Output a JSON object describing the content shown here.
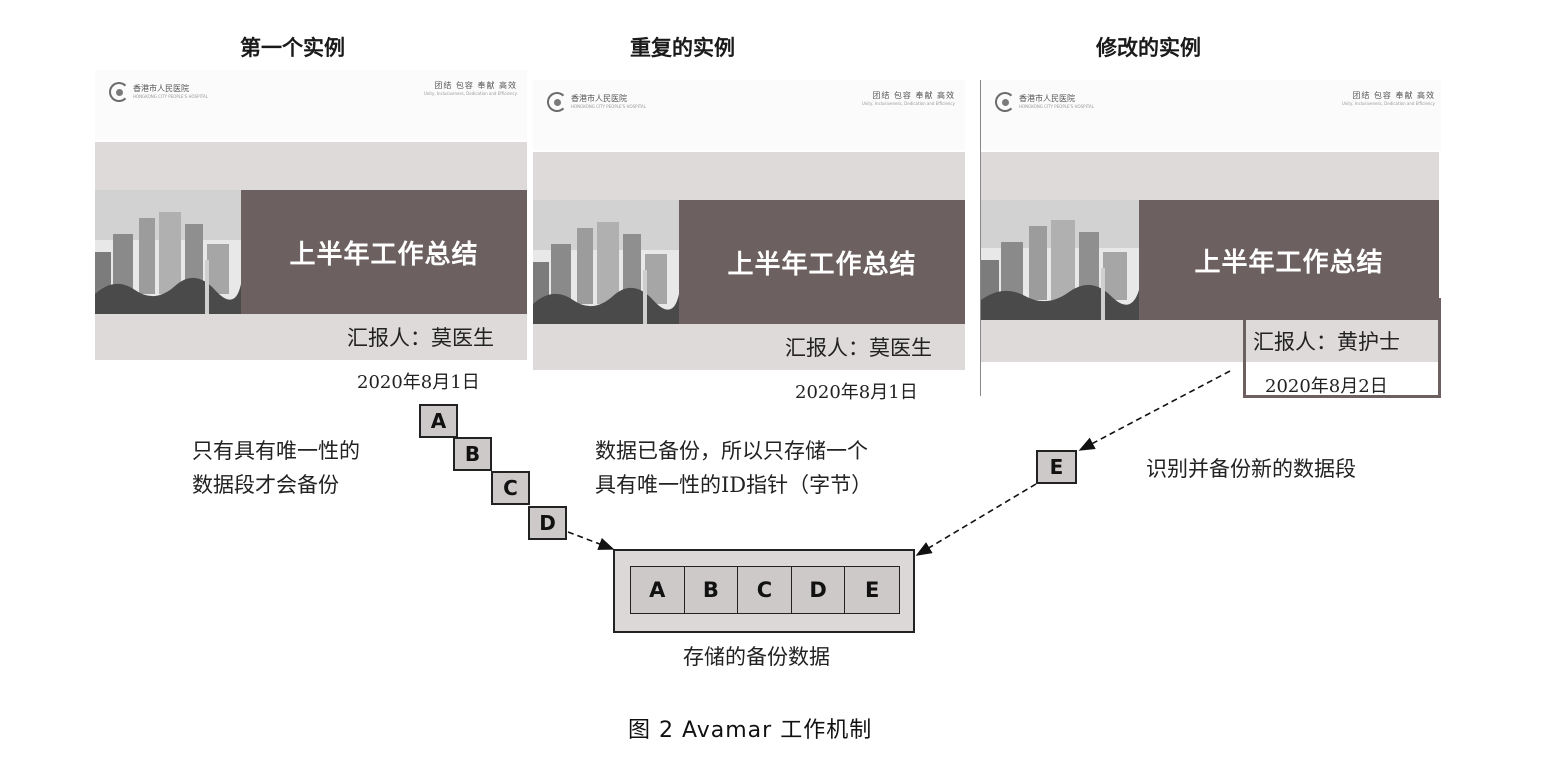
{
  "headings": [
    "第一个实例",
    "重复的实例",
    "修改的实例"
  ],
  "slides": [
    {
      "logo_cn": "香港市人民医院",
      "logo_en": "HONGKONG CITY PEOPLE'S HOSPITAL",
      "motto_cn": "团结  包容  奉献  高效",
      "motto_en": "Unity, Inclusiveness, Dedication and Efficiency",
      "title": "上半年工作总结",
      "reporter": "汇报人：莫医生",
      "date": "2020年8月1日"
    },
    {
      "logo_cn": "香港市人民医院",
      "logo_en": "HONGKONG CITY PEOPLE'S HOSPITAL",
      "motto_cn": "团结  包容  奉献  高效",
      "motto_en": "Unity, Inclusiveness, Dedication and Efficiency",
      "title": "上半年工作总结",
      "reporter": "汇报人：莫医生",
      "date": "2020年8月1日"
    },
    {
      "logo_cn": "香港市人民医院",
      "logo_en": "HONGKONG CITY PEOPLE'S HOSPITAL",
      "motto_cn": "团结  包容  奉献  高效",
      "motto_en": "Unity, Inclusiveness, Dedication and Efficiency",
      "title": "上半年工作总结",
      "reporter": "汇报人：黄护士",
      "date": "2020年8月2日"
    }
  ],
  "segments": [
    "A",
    "B",
    "C",
    "D"
  ],
  "new_segment": "E",
  "notes": {
    "unique_line1": "只有具有唯一性的",
    "unique_line2": "数据段才会备份",
    "dup_line1": "数据已备份，所以只存储一个",
    "dup_line2": "具有唯一性的ID指针（字节）",
    "modified": "识别并备份新的数据段"
  },
  "storage": {
    "cells": [
      "A",
      "B",
      "C",
      "D",
      "E"
    ],
    "label": "存储的备份数据"
  },
  "caption": "图 2  Avamar 工作机制",
  "colors": {
    "slide_dark": "#6c6060",
    "band": "#dedad9",
    "block": "#cdc9c9"
  }
}
